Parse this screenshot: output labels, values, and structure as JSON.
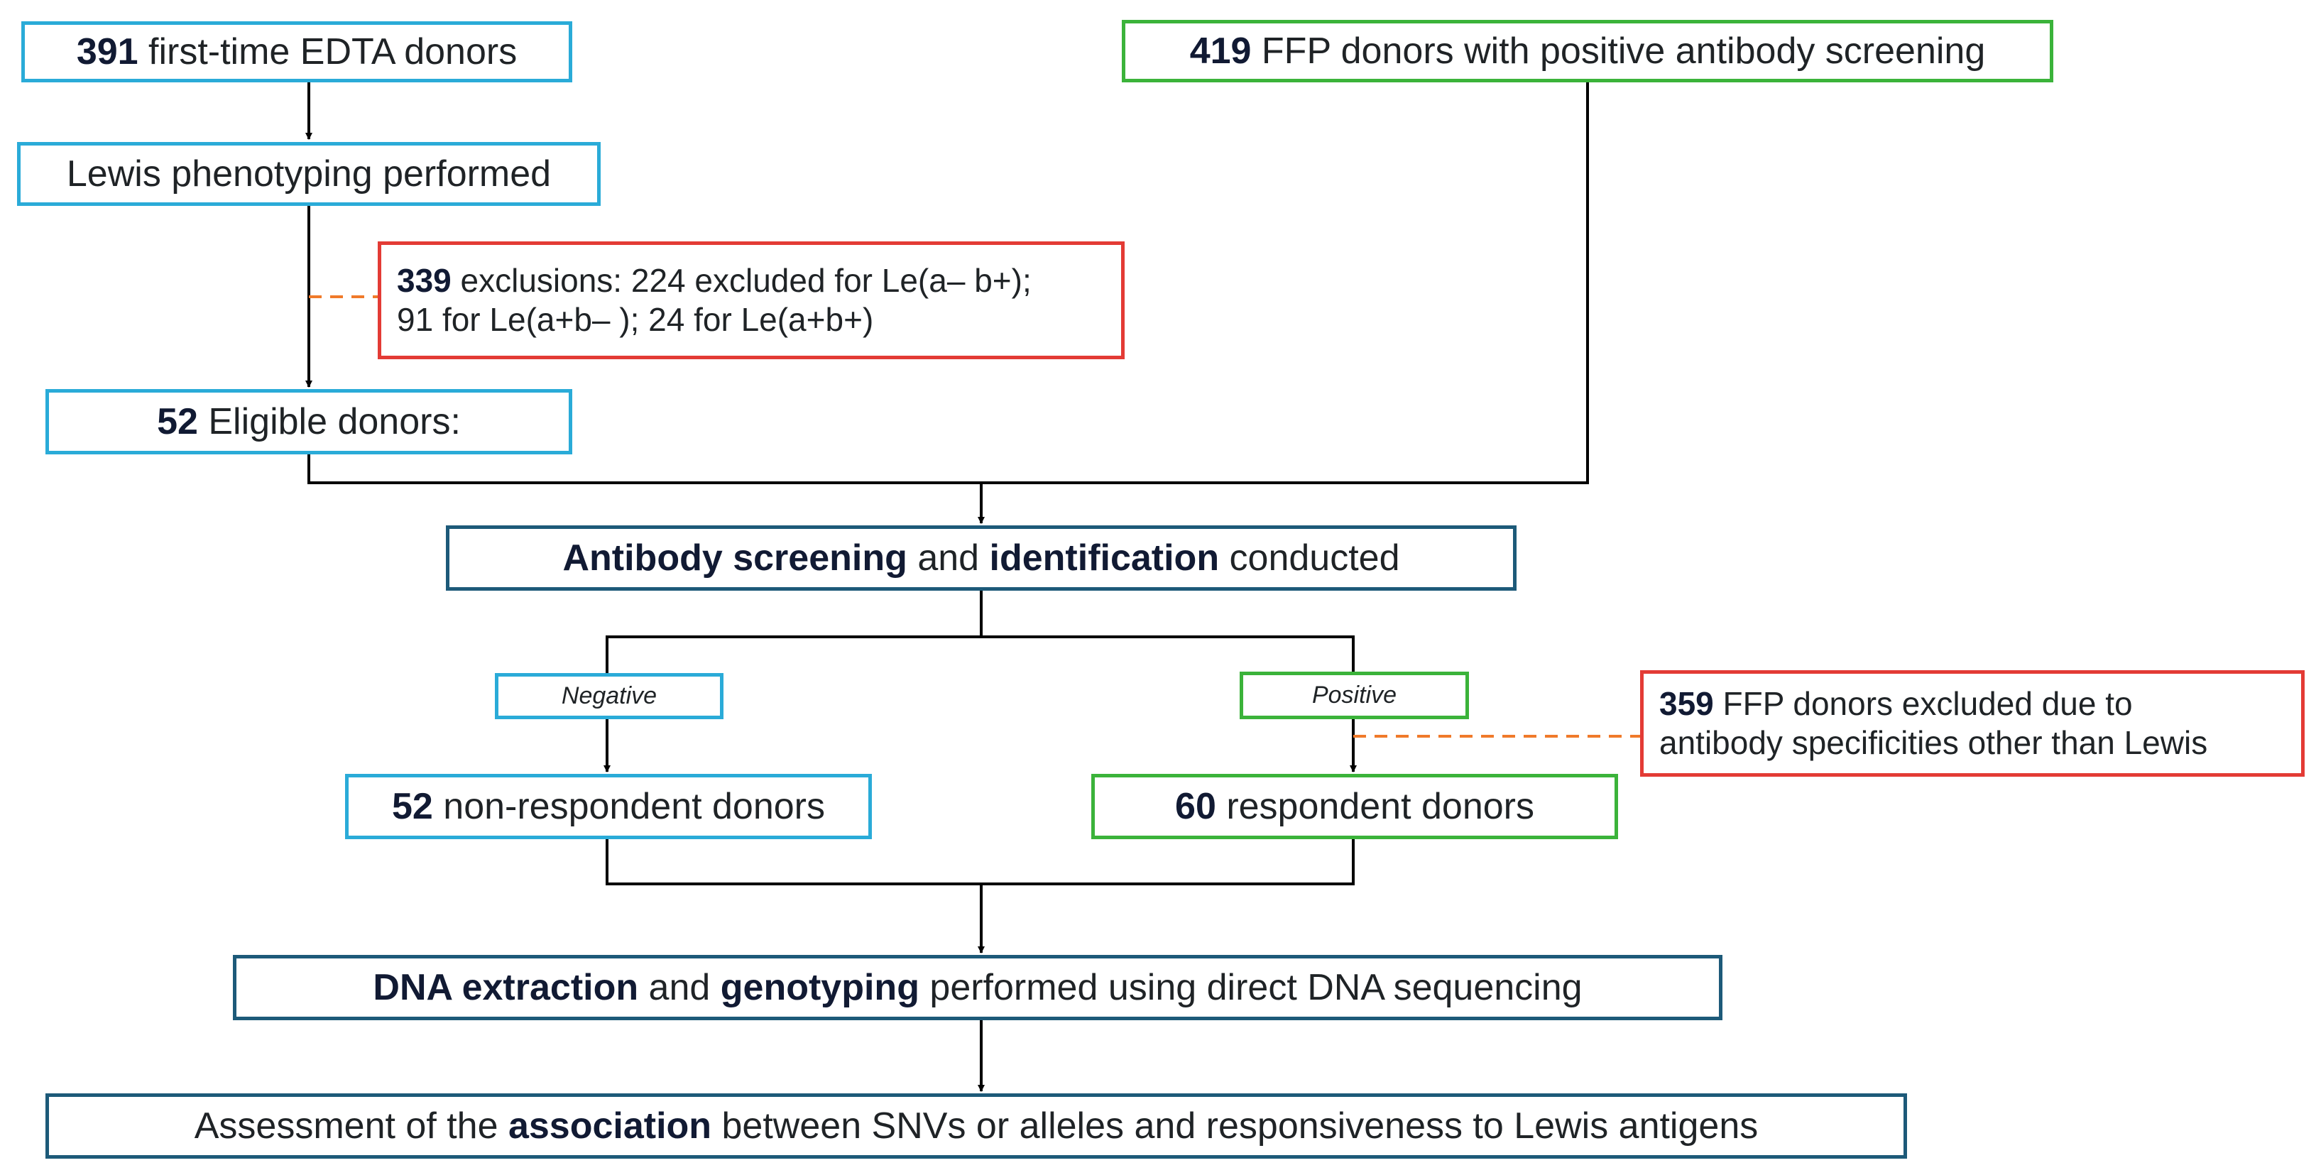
{
  "boxes": {
    "edta": {
      "count": "391",
      "text": " first-time EDTA donors"
    },
    "ffp": {
      "count": "419",
      "text": " FFP donors with positive antibody screening"
    },
    "lewis": {
      "text": "Lewis phenotyping performed"
    },
    "exclusions": {
      "count": "339",
      "line1": " exclusions: 224 excluded for Le(a– b+);",
      "line2": "91 for Le(a+b– ); 24 for Le(a+b+)"
    },
    "eligible": {
      "count": "52",
      "text": " Eligible donors:"
    },
    "screening": {
      "b1": "Antibody screening",
      "t1": " and ",
      "b2": "identification",
      "t2": " conducted"
    },
    "negative": {
      "text": "Negative"
    },
    "positive": {
      "text": "Positive"
    },
    "ffp_excluded": {
      "count": "359",
      "line1": " FFP donors excluded due to",
      "line2": "antibody specificities other than Lewis"
    },
    "nonrespondent": {
      "count": "52",
      "text": " non-respondent donors"
    },
    "respondent": {
      "count": "60",
      "text": " respondent donors"
    },
    "dna": {
      "b1": "DNA extraction",
      "t1": " and ",
      "b2": "genotyping",
      "t2": " performed using direct DNA sequencing"
    },
    "assessment": {
      "t1": "Assessment of the ",
      "b1": "association",
      "t2": " between SNVs or alleles and responsiveness to Lewis antigens"
    }
  },
  "colors": {
    "blue": "#2aabd8",
    "green": "#3bb33a",
    "red": "#e33b35",
    "navy": "#1d5a79",
    "dashed_connector": "#f07a2a"
  }
}
